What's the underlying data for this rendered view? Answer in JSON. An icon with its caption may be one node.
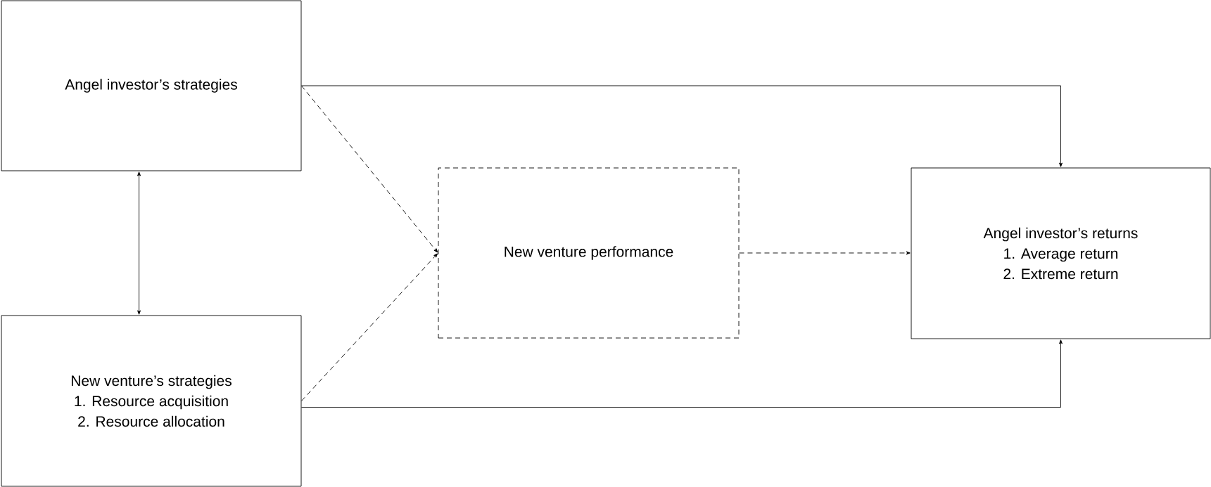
{
  "diagram": {
    "nodes": [
      {
        "text": [
          "Angel investor’s strategies"
        ]
      },
      {
        "text": [
          "New venture’s strategies",
          "1. Resource acquisition",
          "2. Resource allocation"
        ]
      },
      {
        "text": [
          "New venture performance"
        ]
      },
      {
        "text": [
          "Angel investor’s returns",
          "1. Average return",
          "2. Extreme return"
        ]
      }
    ],
    "edges": [
      {
        "from": 0,
        "to": 3,
        "arrow": "to"
      },
      {
        "from": 1,
        "to": 3,
        "arrow": "to"
      },
      {
        "from": 0,
        "to": 1,
        "arrow": "both"
      },
      {
        "from": 0,
        "to": 2,
        "arrow": "to",
        "style": "dashed"
      },
      {
        "from": 1,
        "to": 2,
        "arrow": "to",
        "style": "dashed"
      },
      {
        "from": 2,
        "to": 3,
        "arrow": "to",
        "style": "dashed"
      }
    ]
  }
}
